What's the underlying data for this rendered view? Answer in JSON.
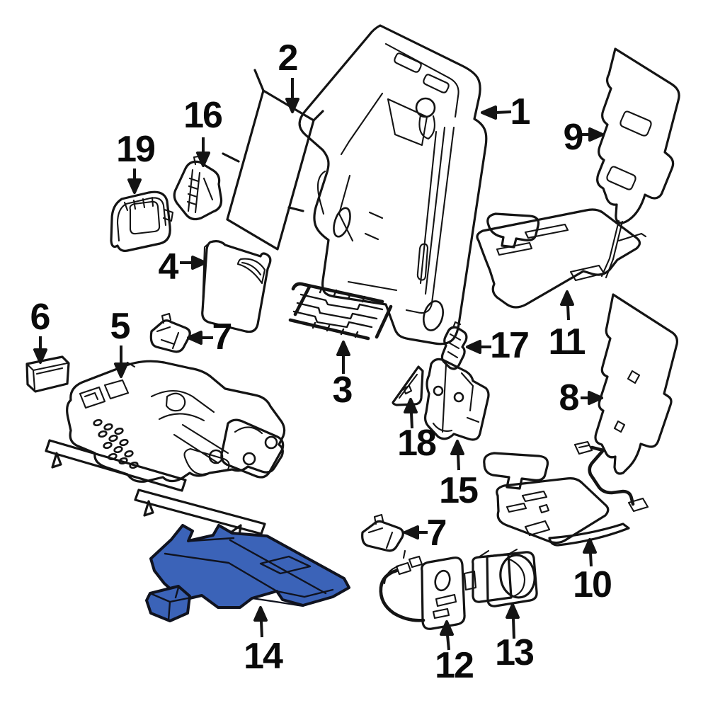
{
  "diagram": {
    "kind": "exploded-parts-diagram",
    "subject": "vehicle seat components",
    "highlighted_callout": "14",
    "palette": {
      "background": "#ffffff",
      "line": "#141414",
      "label": "#0a0a0a",
      "highlight_fill": "#3b63b8",
      "highlight_outline": "#10131f"
    }
  },
  "callouts": {
    "c1": {
      "label": "1"
    },
    "c2": {
      "label": "2"
    },
    "c3": {
      "label": "3"
    },
    "c4": {
      "label": "4"
    },
    "c5": {
      "label": "5"
    },
    "c6": {
      "label": "6"
    },
    "c7a": {
      "label": "7"
    },
    "c7b": {
      "label": "7"
    },
    "c8": {
      "label": "8"
    },
    "c9": {
      "label": "9"
    },
    "c10": {
      "label": "10"
    },
    "c11": {
      "label": "11"
    },
    "c12": {
      "label": "12"
    },
    "c13": {
      "label": "13"
    },
    "c14": {
      "label": "14"
    },
    "c15": {
      "label": "15"
    },
    "c16": {
      "label": "16"
    },
    "c17": {
      "label": "17"
    },
    "c18": {
      "label": "18"
    },
    "c19": {
      "label": "19"
    }
  }
}
